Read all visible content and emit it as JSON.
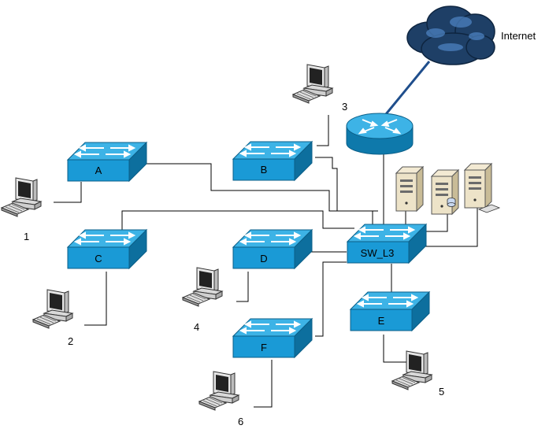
{
  "internet": {
    "label": "Internet"
  },
  "switches": {
    "a": "A",
    "b": "B",
    "c": "C",
    "d": "D",
    "e": "E",
    "f": "F",
    "core": "SW_L3"
  },
  "pcs": {
    "pc1": "1",
    "pc2": "2",
    "pc3": "3",
    "pc4": "4",
    "pc5": "5",
    "pc6": "6"
  },
  "colors": {
    "switch_front": "#1a9ad6",
    "switch_top": "#3db3e6",
    "switch_side": "#0d6f9e",
    "router": "#1a9ad6",
    "cloud": "#1e3f66",
    "link": "#000000",
    "internet_link": "#1f4e8c"
  }
}
